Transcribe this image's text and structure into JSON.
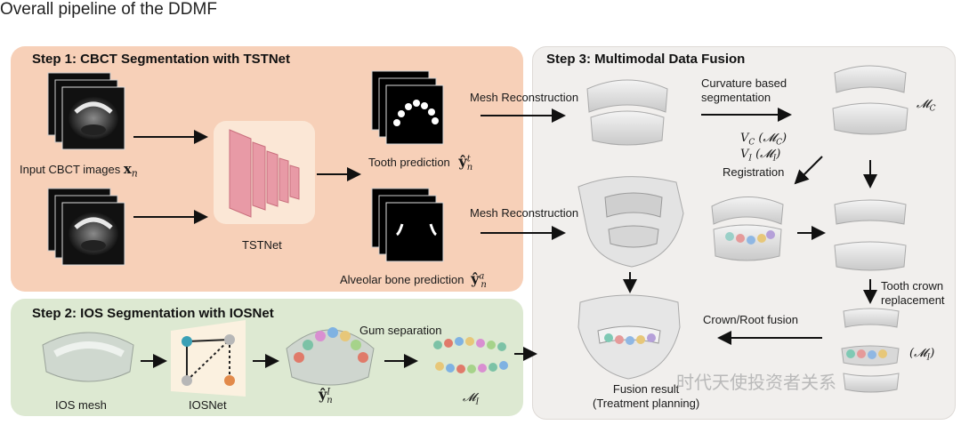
{
  "title": "Overall pipeline of the DDMF",
  "step1": {
    "title": "Step 1: CBCT Segmentation with TSTNet",
    "input_label": "Input CBCT images",
    "input_var": "x",
    "input_sub": "n",
    "network": "TSTNet",
    "tooth_pred": "Tooth prediction",
    "tooth_var": "ŷ",
    "tooth_sup": "t",
    "tooth_sub": "n",
    "bone_pred": "Alveolar bone prediction",
    "bone_var": "ŷ",
    "bone_sup": "a",
    "bone_sub": "n"
  },
  "step2": {
    "title": "Step 2: IOS Segmentation with IOSNet",
    "ios_mesh": "IOS mesh",
    "network": "IOSNet",
    "pred_var": "ŷ",
    "pred_sup": "I",
    "pred_sub": "n",
    "gum_sep": "Gum separation",
    "mesh_var": "𝓜",
    "mesh_sub": "I"
  },
  "step3": {
    "title": "Step 3: Multimodal Data Fusion",
    "mesh_recon_1": "Mesh Reconstruction",
    "mesh_recon_2": "Mesh Reconstruction",
    "curvature_1": "Curvature based",
    "curvature_2": "segmentation",
    "mc_label": "𝓜",
    "mc_sub": "C",
    "vc": "V",
    "vc_sub": "C",
    "vc_paren": "(𝓜",
    "vc_paren_sub": "C",
    "vi": "V",
    "vi_sub": "I",
    "vi_paren": "(𝓜",
    "vi_paren_sub": "I",
    "registration": "Registration",
    "crown_1": "Tooth crown",
    "crown_2": "replacement",
    "fusion": "Crown/Root fusion",
    "mi_paren": "(𝓜",
    "mi_sub": "I",
    "result_1": "Fusion result",
    "result_2": "(Treatment planning)"
  },
  "watermark": "时代天使投资者关系"
}
